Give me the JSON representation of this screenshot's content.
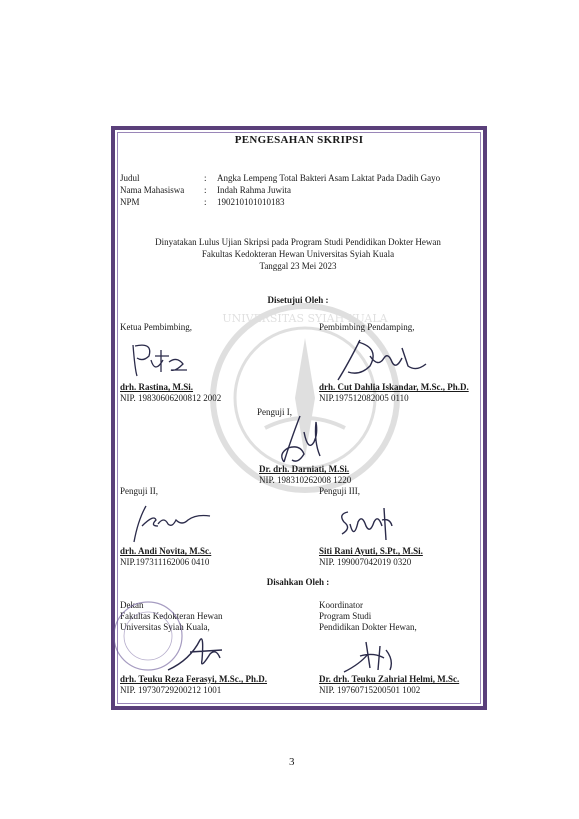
{
  "page_title": "PENGESAHAN SKRIPSI",
  "fields": [
    {
      "label": "Judul",
      "sep": ":",
      "value": "Angka Lempeng Total Bakteri Asam Laktat Pada Dadih Gayo"
    },
    {
      "label": "Nama Mahasiswa",
      "sep": ":",
      "value": "Indah Rahma Juwita"
    },
    {
      "label": "NPM",
      "sep": ":",
      "value": "190210101010183"
    }
  ],
  "statement": [
    "Dinyatakan Lulus Ujian Skripsi pada Program Studi Pendidikan Dokter Hewan",
    "Fakultas Kedokteran Hewan Universitas Syiah Kuala",
    "Tanggal 23 Mei 2023"
  ],
  "approved_heading": "Disetujui Oleh :",
  "ratified_heading": "Disahkan Oleh :",
  "signatories": {
    "ketua": {
      "role": "Ketua Pembimbing,",
      "name": "drh. Rastina, M.Si.",
      "nip": "NIP. 19830606200812 2002"
    },
    "pendamping": {
      "role": "Pembimbing Pendamping,",
      "name": "drh. Cut Dahlia Iskandar, M.Sc., Ph.D.",
      "nip": "NIP.197512082005 0110"
    },
    "penguji1": {
      "role": "Penguji I,",
      "name": "Dr. drh. Darniati, M.Si.",
      "nip": "NIP. 198310262008 1220"
    },
    "penguji2": {
      "role": "Penguji II,",
      "name": "drh. Andi  Novita, M.Sc.",
      "nip": "NIP.197311162006 0410"
    },
    "penguji3": {
      "role": "Penguji III,",
      "name": "Siti Rani Ayuti, S.Pt., M.Si.",
      "nip": "NIP. 199007042019 0320"
    },
    "dekan": {
      "role_lines": [
        "Dekan",
        "Fakultas Kedokteran Hewan",
        "Universitas Syiah Kuala,"
      ],
      "name": "drh. Teuku Reza Ferasyi, M.Sc., Ph.D.",
      "nip": "NIP. 19730729200212 1001"
    },
    "koordinator": {
      "role_lines": [
        "Koordinator",
        "Program Studi",
        "Pendidikan Dokter Hewan,"
      ],
      "name": "Dr. drh. Teuku Zahrial Helmi, M.Sc.",
      "nip": "NIP. 19760715200501 1002"
    }
  },
  "watermark_text": "UNIVERSITAS SYIAH KUALA",
  "page_number": "3",
  "colors": {
    "frame": "#5a3f7a",
    "ink": "#1a1a1a",
    "signature": "#2b2b4a"
  }
}
